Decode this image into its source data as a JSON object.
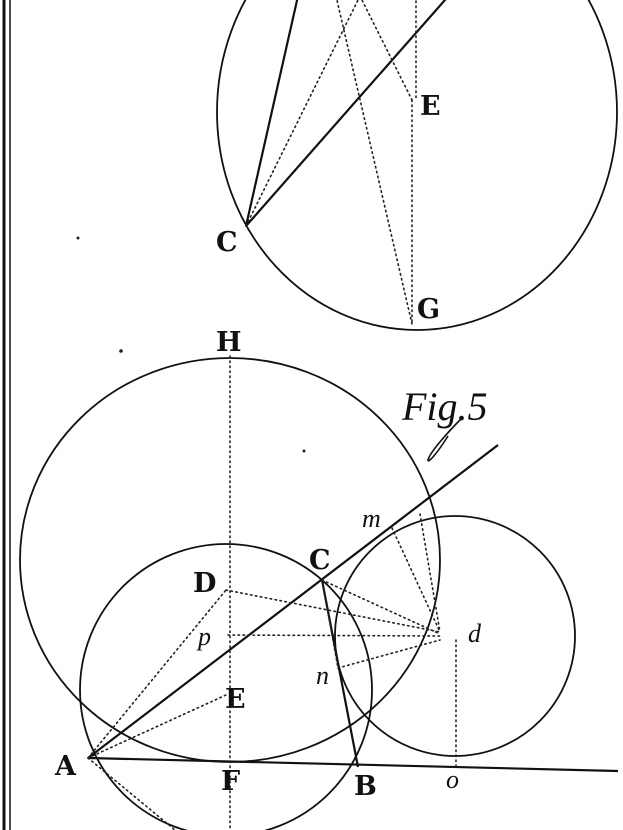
{
  "upper_figure": {
    "labels": {
      "C": "C",
      "E": "E",
      "G": "G"
    }
  },
  "lower_figure": {
    "caption": "Fig.5",
    "labels": {
      "H": "H",
      "m": "m",
      "C": "C",
      "D": "D",
      "d": "d",
      "p": "p",
      "n": "n",
      "E": "E",
      "A": "A",
      "F": "F",
      "B": "B",
      "o": "o"
    }
  },
  "colors": {
    "ink": "#111111",
    "paper": "#ffffff"
  }
}
